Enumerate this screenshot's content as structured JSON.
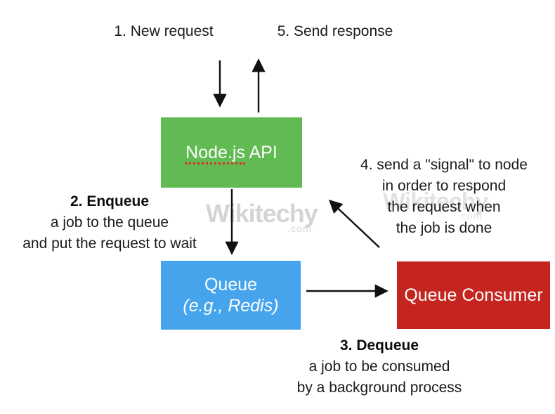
{
  "annotations": {
    "step1": {
      "text": "1. New request"
    },
    "step5": {
      "text": "5. Send response"
    },
    "step2": {
      "title": "2. Enqueue",
      "lines": [
        "a job to the queue",
        "and put the request to wait"
      ]
    },
    "step4": {
      "lines": [
        "4. send a \"signal\" to node",
        "in order to respond",
        "the request when",
        "the job is done"
      ]
    },
    "step3": {
      "title": "3. Dequeue",
      "lines": [
        "a job to be consumed",
        "by a background process"
      ]
    }
  },
  "nodes": {
    "nodejs_api": {
      "label_main": "Node.js",
      "label_suffix": " API",
      "fill": "#61ba52",
      "text_color": "#fdfdfd"
    },
    "queue": {
      "label_line1": "Queue",
      "label_line2": "(e.g., Redis)",
      "fill": "#45a4ec",
      "text_color": "#fdfdfd"
    },
    "queue_consumer": {
      "label": "Queue Consumer",
      "fill": "#c4251f",
      "text_color": "#fdfdfd"
    }
  },
  "watermarks": [
    {
      "text": "Wikitechy",
      "suffix": ".com",
      "color": "#d4d4d4"
    },
    {
      "text": "Wikitechy",
      "suffix": ".com",
      "color": "#e2e2e2"
    }
  ],
  "colors": {
    "arrow": "#111111",
    "text": "#1b1b1b",
    "spellcheck_underline": "#e02b20",
    "background": "#ffffff"
  }
}
